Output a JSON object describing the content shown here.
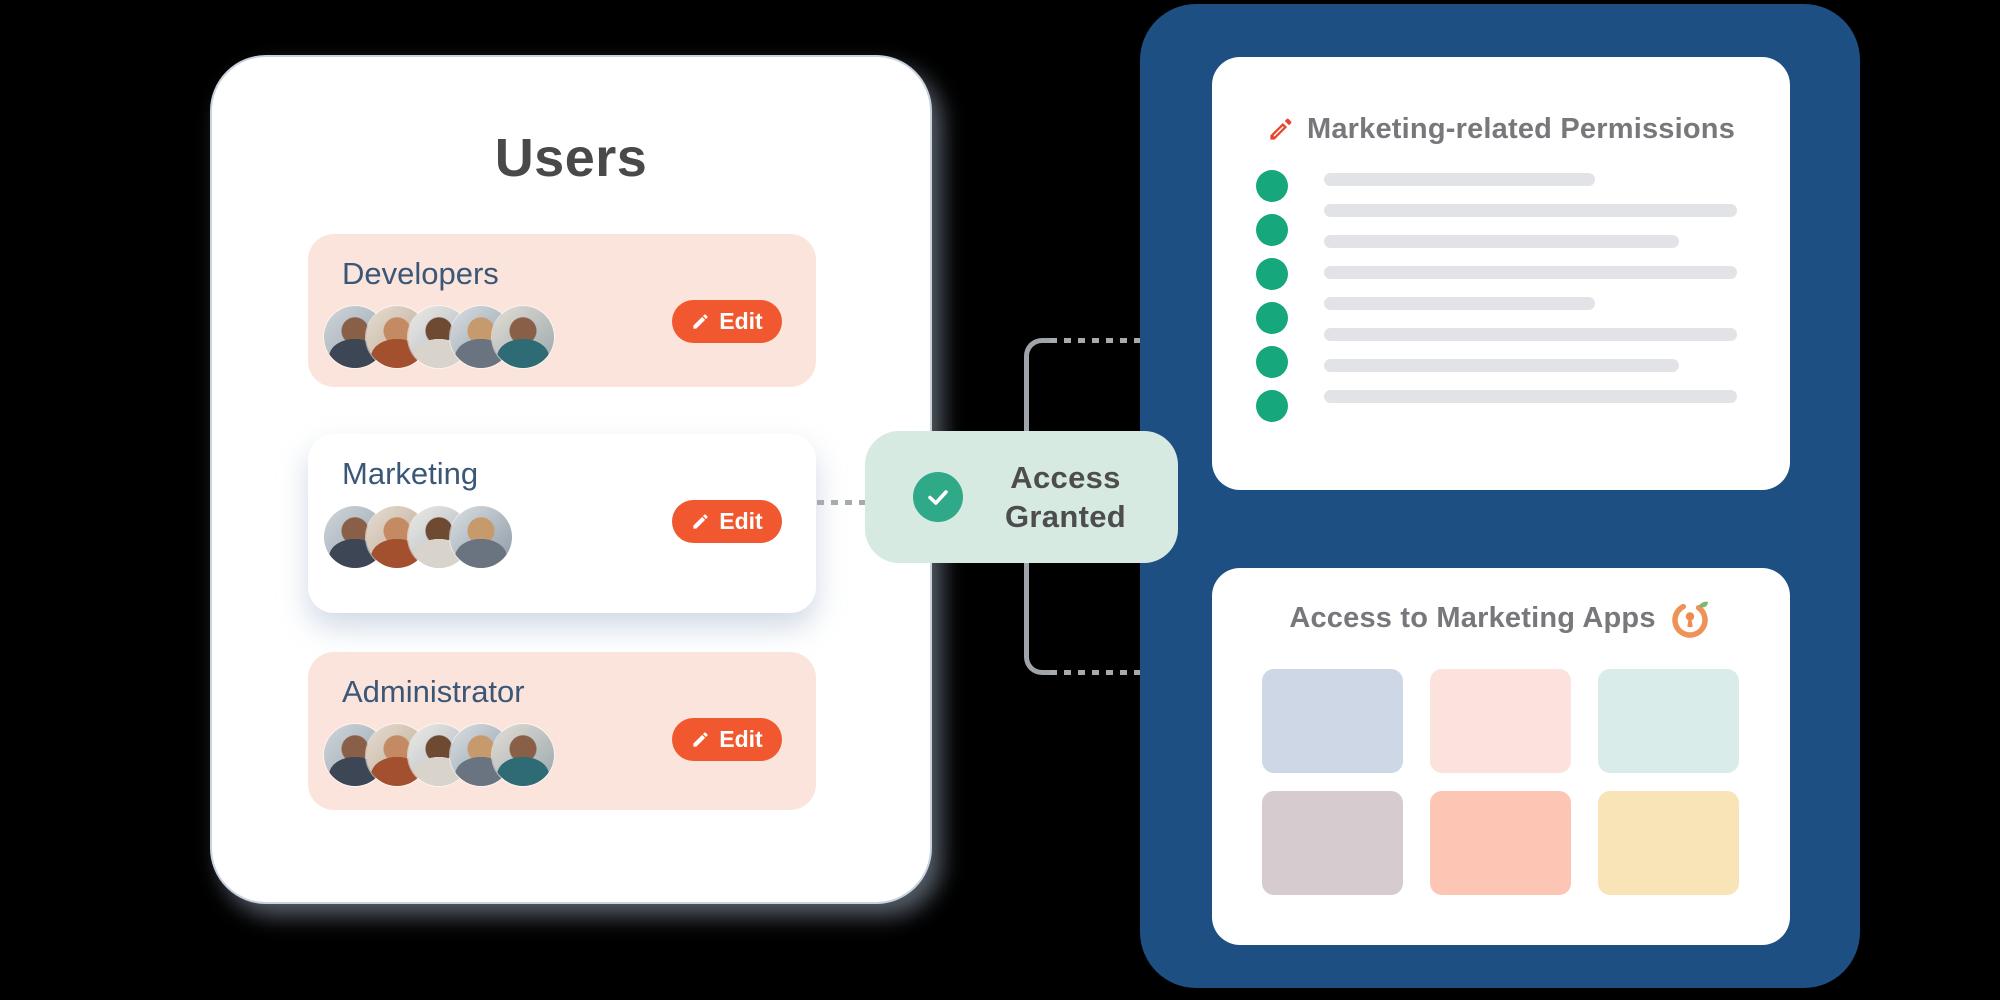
{
  "canvas": {
    "background": "#000000"
  },
  "users_panel": {
    "title": "Users",
    "groups": [
      {
        "name": "Developers",
        "member_count": 5,
        "edit_label": "Edit",
        "highlighted": true
      },
      {
        "name": "Marketing",
        "member_count": 4,
        "edit_label": "Edit",
        "highlighted": false
      },
      {
        "name": "Administrator",
        "member_count": 5,
        "edit_label": "Edit",
        "highlighted": true
      }
    ]
  },
  "access_badge": {
    "line1": "Access",
    "line2": "Granted",
    "icon": "check-icon"
  },
  "permissions_card": {
    "title": "Marketing-related Permissions",
    "icon": "pencil-icon",
    "bullet_count": 6,
    "bar_widths": [
      271,
      413,
      355,
      413,
      271,
      413,
      355,
      413
    ]
  },
  "apps_card": {
    "title": "Access to Marketing Apps",
    "icon": "orange-lock-icon",
    "tiles": [
      {
        "name": "app-tile-blue",
        "color": "#CDD7E5"
      },
      {
        "name": "app-tile-pink",
        "color": "#FCE2DC"
      },
      {
        "name": "app-tile-teal",
        "color": "#DAECEA"
      },
      {
        "name": "app-tile-mauve",
        "color": "#D6CBCE"
      },
      {
        "name": "app-tile-salmon",
        "color": "#FCC5B4"
      },
      {
        "name": "app-tile-yellow",
        "color": "#F8E4B6"
      }
    ]
  },
  "colors": {
    "accent_orange": "#F1582F",
    "navy_text": "#3A5778",
    "green_bullet": "#17A77D",
    "badge_green": "#2FA987",
    "badge_mint": "#D6EAE2",
    "panel_blue": "#1E4F83",
    "card_pink": "#FBE4DB",
    "bar_gray": "#E2E3E7",
    "connector_gray": "#9EA4AA",
    "title_gray": "#77787B",
    "users_title_gray": "#494949"
  }
}
